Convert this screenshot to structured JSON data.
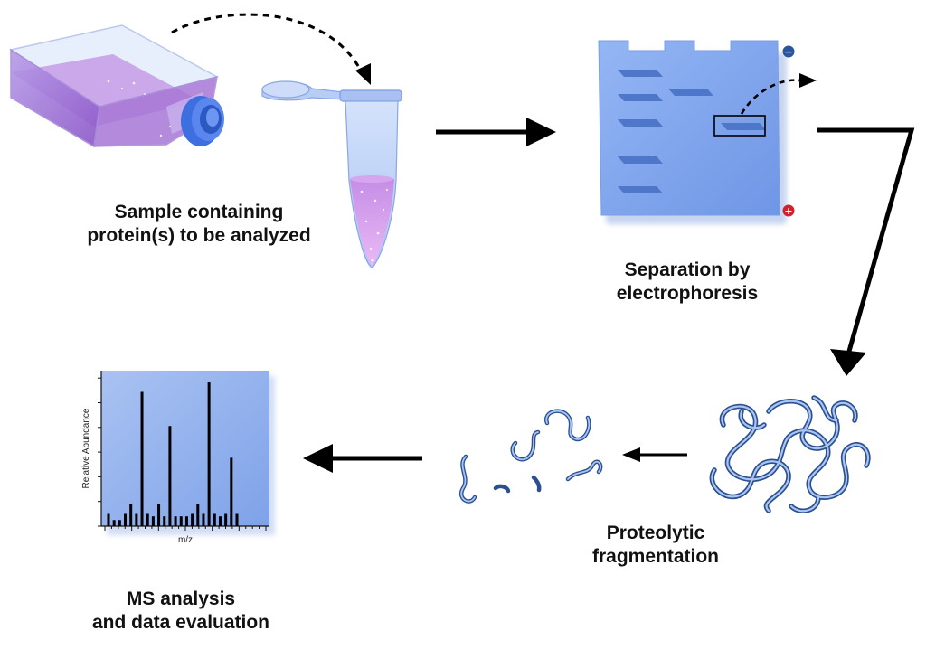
{
  "steps": {
    "sample": {
      "line1": "Sample containing",
      "line2": "protein(s) to be analyzed"
    },
    "separation": {
      "line1": "Separation by",
      "line2": "electrophoresis"
    },
    "fragmentation": {
      "line1": "Proteolytic",
      "line2": "fragmentation"
    },
    "ms": {
      "line1": "MS analysis",
      "line2": "and data evaluation"
    }
  },
  "gel": {
    "negative_symbol": "−",
    "positive_symbol": "+"
  },
  "chart_data": {
    "type": "bar",
    "xlabel": "m/z",
    "ylabel": "Relative Abundance",
    "values": [
      1,
      0.5,
      0.5,
      1,
      1.8,
      1,
      11,
      1,
      0.8,
      1.8,
      0.8,
      8.2,
      0.8,
      0.8,
      0.8,
      1,
      1.8,
      1,
      11.8,
      1,
      0.8,
      1,
      5.6,
      1
    ],
    "ylim": [
      0,
      12
    ],
    "grid": false
  },
  "colors": {
    "flask_purple": "#9b59c9",
    "tube_blue": "#8fb3f0",
    "gel_blue": "#7aa0ee",
    "band_blue": "#4e77c9",
    "arrow": "#000000",
    "plot_bg": "#8eaeec",
    "neg_electrode": "#27569c",
    "pos_electrode": "#d2202c",
    "protein_dark": "#2c4f90",
    "protein_light": "#a9c6f3"
  }
}
